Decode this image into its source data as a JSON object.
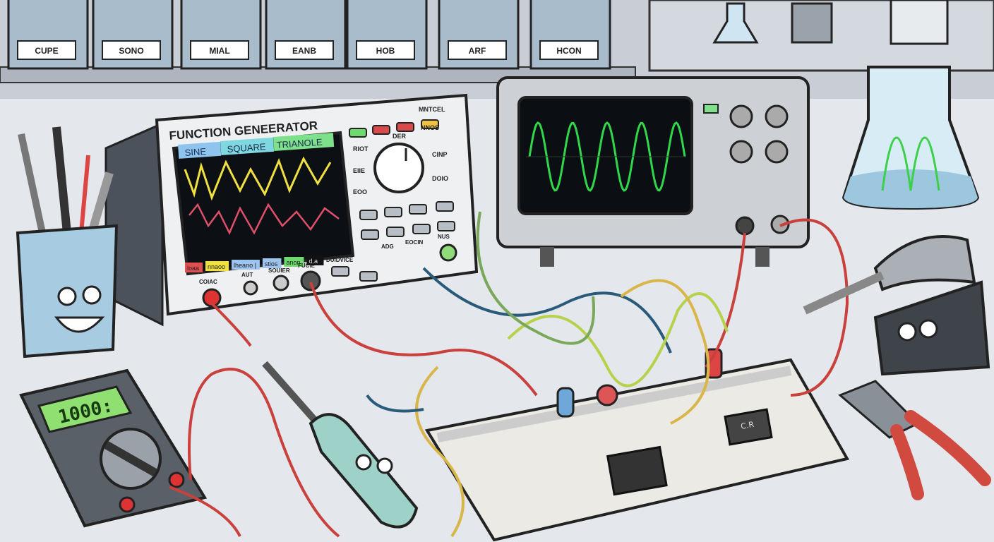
{
  "shelf": {
    "bin_labels": [
      "CUPE",
      "SONO",
      "MIAL",
      "EANB",
      "HOB",
      "ARF",
      "HCON"
    ]
  },
  "function_generator": {
    "title": "FUNCTION GENEERATOR",
    "tabs": [
      "SINE",
      "SQUARE",
      "TRIANOLE"
    ],
    "screen_buttons": [
      "loaa",
      "nnaoo",
      "lheano |",
      "stios",
      "anon",
      "d.a"
    ],
    "dial_labels": [
      "MNTCEL",
      "NNOS",
      "DER",
      "RIOT",
      "EIIE",
      "EOO",
      "CINP",
      "DOIO"
    ],
    "jack_labels": [
      "COIAC",
      "AUT",
      "SOUIER",
      "FUCIE",
      "DUIDVICE",
      "ADG",
      "EOCIN",
      "NUS"
    ],
    "colors": {
      "sine": "#8fc4ee",
      "square": "#7fd8e0",
      "triangle": "#7ee08a"
    }
  },
  "multimeter": {
    "reading": "1000:"
  },
  "oscilloscope": {
    "trace_color": "#2fd84a"
  },
  "breadboard": {
    "chip_label": "C.R"
  }
}
